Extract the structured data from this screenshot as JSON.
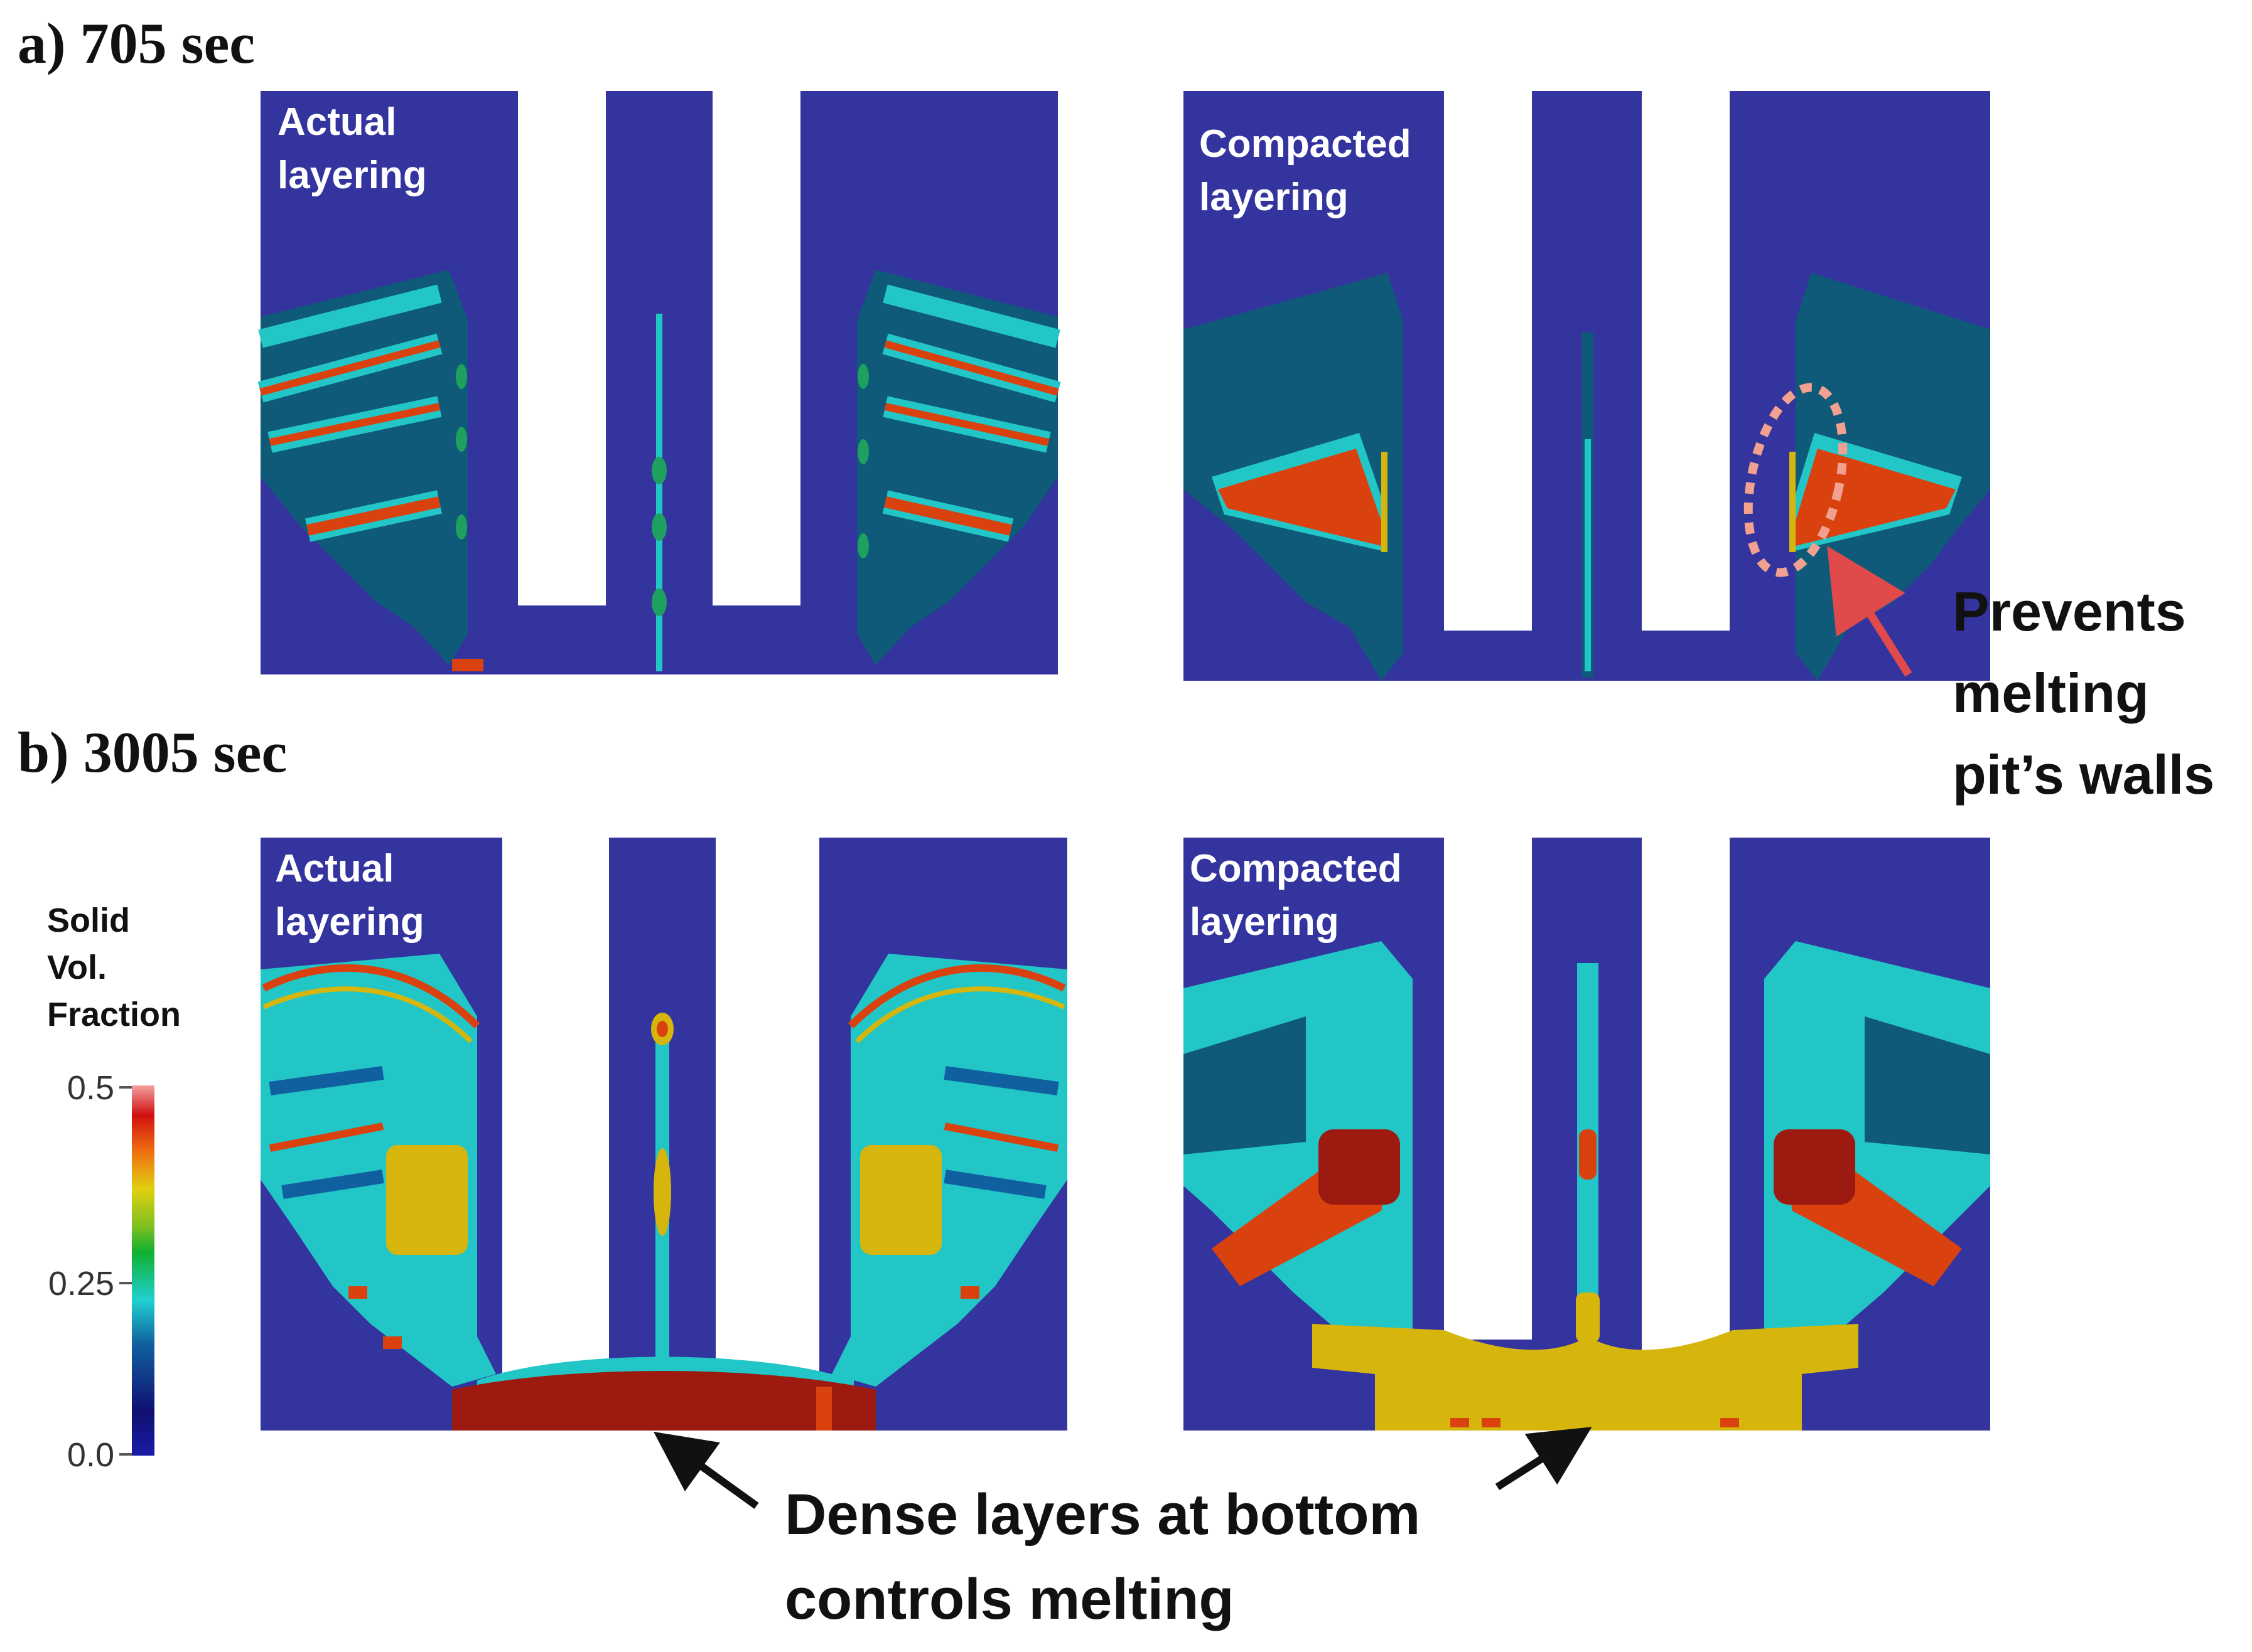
{
  "panels": {
    "a": {
      "label": "a) 705 sec",
      "left_title": [
        "Actual",
        "layering"
      ],
      "right_title": [
        "Compacted",
        "layering"
      ]
    },
    "b": {
      "label": "b) 3005 sec",
      "left_title": [
        "Actual",
        "layering"
      ],
      "right_title": [
        "Compacted",
        "layering"
      ]
    }
  },
  "colorbar": {
    "title": [
      "Solid",
      "Vol.",
      "Fraction"
    ],
    "ticks": [
      "0.5",
      "0.25",
      "0.0"
    ]
  },
  "annotations": {
    "walls": [
      "Prevents",
      "melting",
      "pit’s walls"
    ],
    "bottom": [
      "Dense layers at bottom",
      "controls melting"
    ]
  },
  "colors": {
    "vessel_blue": "#34349f",
    "layer_teal": "#0f5a78",
    "light_cyan": "#22c6c6",
    "hot_red": "#d9420f",
    "dark_red": "#9c1a10",
    "yellow": "#d6b60d",
    "annotation_red": "#e04a4a",
    "circle_pink": "#f2a090"
  }
}
